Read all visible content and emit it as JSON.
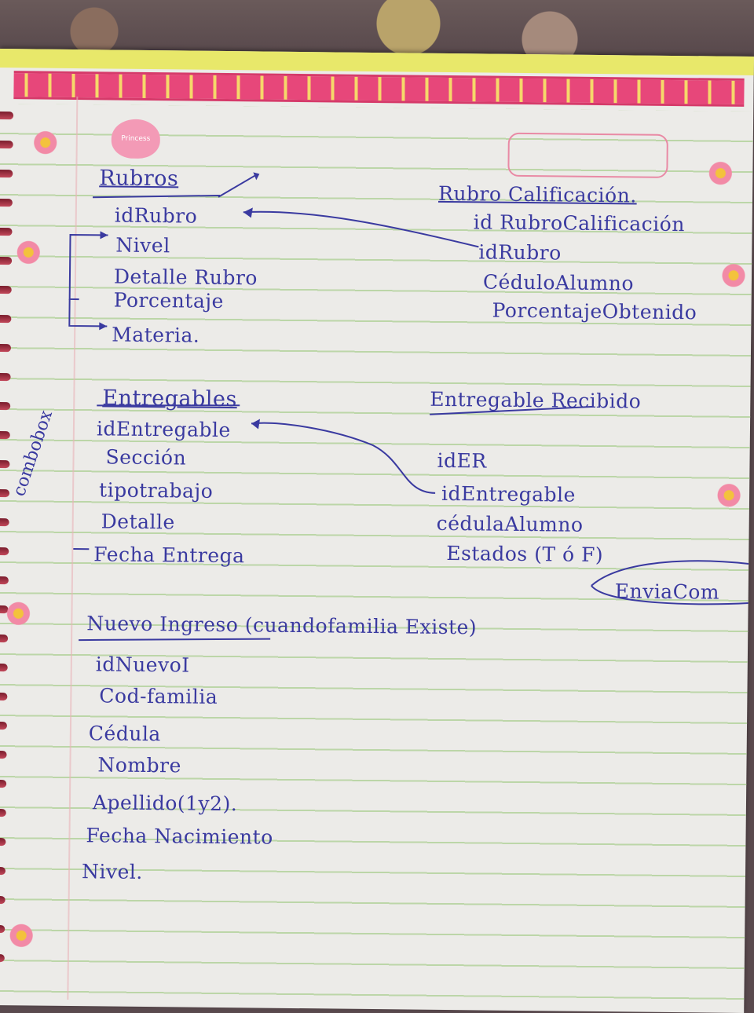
{
  "logo_text": "Princess",
  "rubros": {
    "title": "Rubros",
    "fields": [
      "idRubro",
      "Nivel",
      "Detalle Rubro",
      "Porcentaje",
      "Materia."
    ]
  },
  "rubro_calificacion": {
    "title": "Rubro Calificación.",
    "fields": [
      "id RubroCalificación",
      "idRubro",
      "CéduloAlumno",
      "PorcentajeObtenido"
    ]
  },
  "entregables": {
    "title": "Entregables",
    "fields": [
      "idEntregable",
      "Sección",
      "tipotrabajo",
      "Detalle",
      "Fecha Entrega"
    ]
  },
  "entregable_recibido": {
    "title": "Entregable Recibido",
    "fields": [
      "idER",
      "idEntregable",
      "cédulaAlumno",
      "Estados (T ó F)"
    ],
    "note": "EnviaCom"
  },
  "side_note": "combobox",
  "nuevo_ingreso": {
    "title": "Nuevo Ingreso (cuandofamilia Existe)",
    "fields": [
      "idNuevoI",
      "Cod-familia",
      "Cédula",
      "Nombre",
      "Apellido(1y2).",
      "Fecha Nacimiento",
      "Nivel."
    ]
  },
  "colors": {
    "ink": "#3a3aa0",
    "paper": "#ecebe8",
    "border": "#e7477a",
    "rule": "#bcd6a8"
  }
}
